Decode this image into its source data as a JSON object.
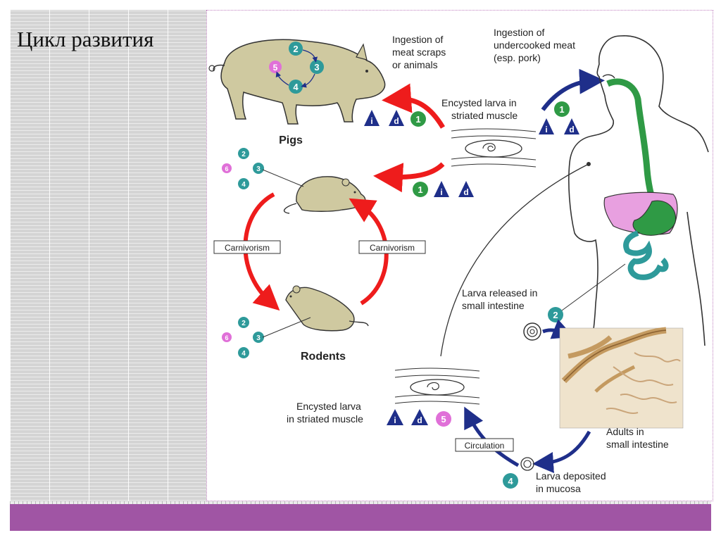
{
  "slide": {
    "title": "Цикл развития"
  },
  "diagram": {
    "pigs_label": "Pigs",
    "rodents_label": "Rodents",
    "ingestion_scraps": [
      "Ingestion of",
      "meat scraps",
      "or animals"
    ],
    "ingestion_meat": [
      "Ingestion of",
      "undercooked meat",
      "(esp. pork)"
    ],
    "encysted_top": [
      "Encysted larva in",
      "striated muscle"
    ],
    "encysted_bottom": [
      "Encysted larva",
      "in striated muscle"
    ],
    "larva_released": [
      "Larva released in",
      "small intestine"
    ],
    "adults": [
      "Adults in",
      "small intestine"
    ],
    "larva_deposited": [
      "Larva deposited",
      "in mucosa"
    ],
    "carnivorism_left": "Carnivorism",
    "carnivorism_right": "Carnivorism",
    "circulation": "Circulation",
    "stage_labels": {
      "s1": "1",
      "s2": "2",
      "s3": "3",
      "s4": "4",
      "s5": "5",
      "s6": "6"
    },
    "badge_labels": {
      "infective": "i",
      "diagnostic": "d"
    }
  },
  "colors": {
    "teal": "#2e9a9a",
    "green": "#2f9a45",
    "pink": "#e070d8",
    "navy": "#1f2f8a",
    "red": "#ee1c1c",
    "animal": "#cfc9a0",
    "accent_bar": "#a055a4"
  }
}
